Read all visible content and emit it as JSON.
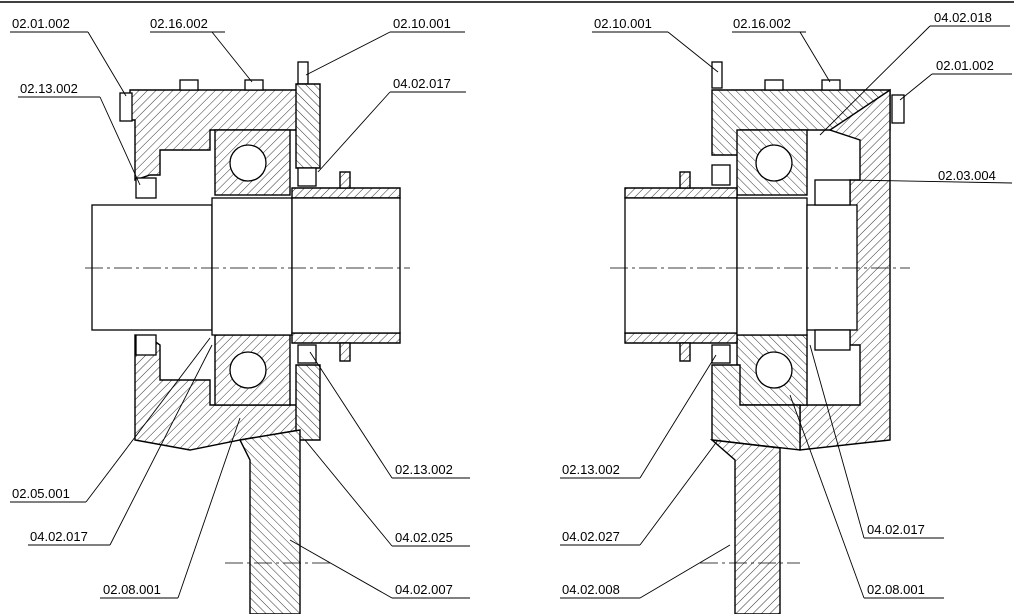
{
  "labels_left": {
    "l_02_01_002": "02.01.002",
    "l_02_16_002": "02.16.002",
    "l_02_10_001": "02.10.001",
    "l_02_13_002_top": "02.13.002",
    "l_04_02_017_top": "04.02.017",
    "l_02_05_001": "02.05.001",
    "l_04_02_017_bottom": "04.02.017",
    "l_02_08_001": "02.08.001",
    "l_02_13_002_right": "02.13.002",
    "l_04_02_025": "04.02.025",
    "l_04_02_007": "04.02.007"
  },
  "labels_right": {
    "r_02_10_001": "02.10.001",
    "r_02_16_002": "02.16.002",
    "r_04_02_018": "04.02.018",
    "r_02_01_002": "02.01.002",
    "r_02_03_004": "02.03.004",
    "r_02_13_002": "02.13.002",
    "r_04_02_027": "04.02.027",
    "r_04_02_008": "04.02.008",
    "r_04_02_017": "04.02.017",
    "r_02_08_001": "02.08.001"
  }
}
